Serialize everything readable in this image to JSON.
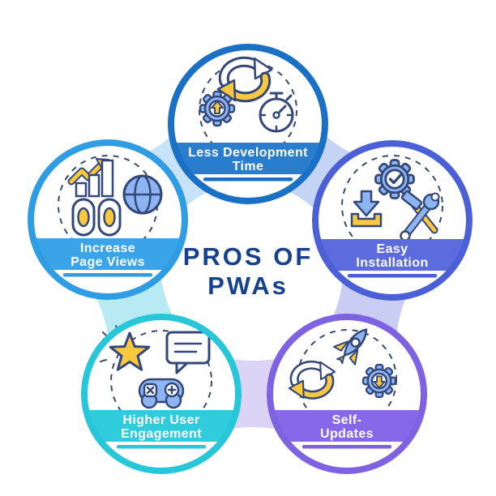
{
  "title": {
    "line1": "PROS OF",
    "line2": "PWAs",
    "color": "#16418f"
  },
  "palette": {
    "background": "#ffffff",
    "label_text": "#ffffff",
    "icon_outline": "#33477a",
    "icon_blue": "#8cb5f2",
    "icon_yellow": "#f9c840"
  },
  "circles": {
    "top": {
      "label_line1": "Less Development",
      "label_line2": "Time",
      "accent": "#1a70c5",
      "band": "#2a7ccd",
      "icons": [
        "sync-arrows-icon",
        "gear-upgrade-icon",
        "stopwatch-icon"
      ]
    },
    "right": {
      "label_line1": "Easy",
      "label_line2": "Installation",
      "accent": "#4b5fd7",
      "band": "#5c6cde",
      "icons": [
        "gear-check-icon",
        "download-icon",
        "hammer-wrench-icon"
      ]
    },
    "bottom_right": {
      "label_line1": "Self-",
      "label_line2": "Updates",
      "accent": "#7d63e2",
      "band": "#8768e8",
      "icons": [
        "rocket-icon",
        "sync-arrows-icon",
        "gear-download-icon"
      ]
    },
    "bottom_left": {
      "label_line1": "Higher User",
      "label_line2": "Engagement",
      "accent": "#27c6d8",
      "band": "#30ccdd",
      "icons": [
        "star-icon",
        "speech-bubble-icon",
        "gamepad-icon"
      ]
    },
    "left": {
      "label_line1": "Increase",
      "label_line2": "Page Views",
      "accent": "#2f9ce3",
      "band": "#3ba4e8",
      "icons": [
        "growth-chart-icon",
        "globe-icon",
        "page-counter-icon"
      ]
    }
  },
  "connectors": {
    "top_left": "#c7e3f8",
    "top_right": "#c3d4f4",
    "right_bottom_right": "#c9ccf3",
    "bottom": "#dbd4f6",
    "left_bottom_left": "#b7eaf3"
  }
}
